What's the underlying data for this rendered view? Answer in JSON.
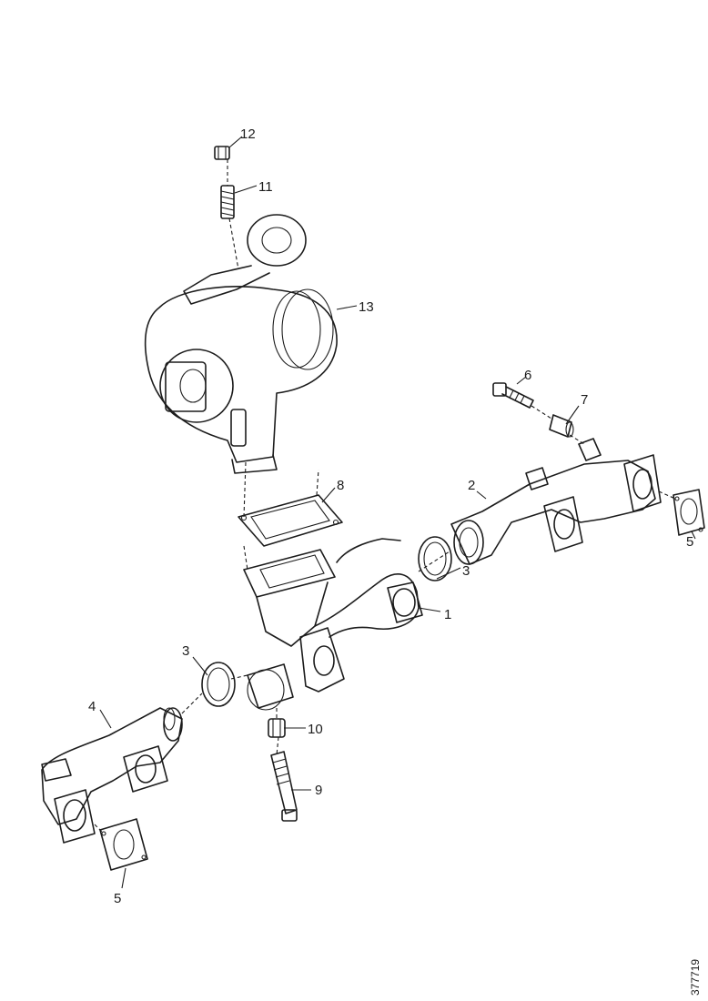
{
  "callouts": {
    "c1": "1",
    "c2": "2",
    "c3a": "3",
    "c3b": "3",
    "c4": "4",
    "c5a": "5",
    "c5b": "5",
    "c6": "6",
    "c7": "7",
    "c8": "8",
    "c9": "9",
    "c10": "10",
    "c11": "11",
    "c12": "12",
    "c13": "13"
  },
  "document_number": "377719"
}
